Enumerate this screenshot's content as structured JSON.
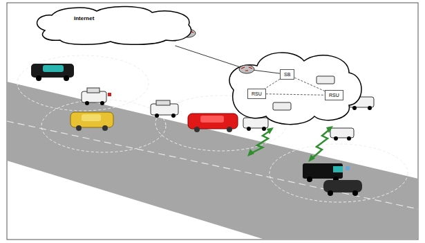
{
  "diagram": {
    "nodes": [
      {
        "text": [
          "Internet"
        ]
      },
      {
        "text": [
          "SB"
        ]
      },
      {
        "text": [
          "RSU"
        ]
      },
      {
        "text": [
          "RSU"
        ]
      }
    ],
    "edges": [
      {
        "from": 0,
        "to": 1,
        "arrow": "none"
      },
      {
        "from": 1,
        "to": 2,
        "arrow": "none"
      },
      {
        "from": 1,
        "to": 3,
        "arrow": "none"
      },
      {
        "from": 2,
        "to": 3,
        "arrow": "none"
      }
    ]
  }
}
